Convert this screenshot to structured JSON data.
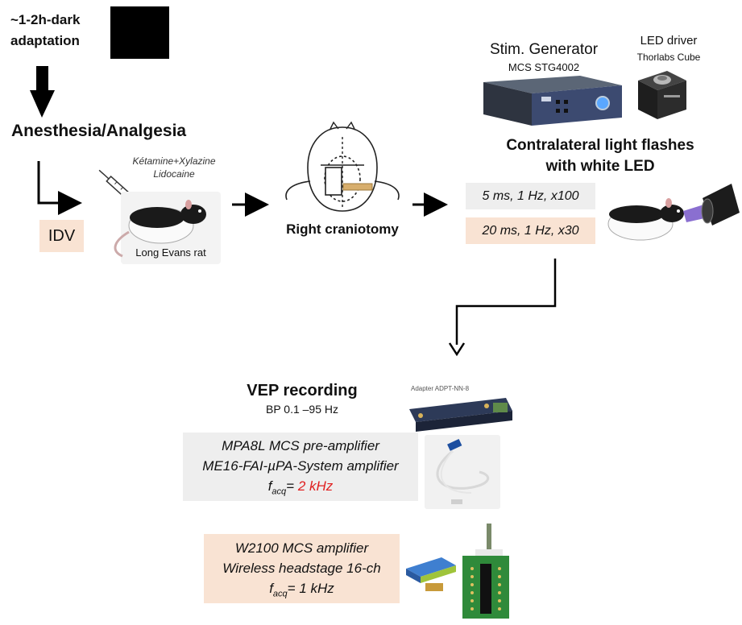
{
  "steps": {
    "dark_adaptation": {
      "line1": "~1-2h-dark",
      "line2": "adaptation"
    },
    "anesthesia": {
      "title": "Anesthesia/Analgesia",
      "drug1": "Kétamine+Xylazine",
      "drug2": "Lidocaine",
      "idv": "IDV",
      "rat_label": "Long Evans rat"
    },
    "craniotomy": {
      "label": "Right craniotomy"
    },
    "stim": {
      "generator_title": "Stim. Generator",
      "generator_model": "MCS STG4002",
      "led_title": "LED driver",
      "led_model": "Thorlabs Cube",
      "flash_line1": "Contralateral light flashes",
      "flash_line2": "with white LED",
      "protocol1": "5 ms, 1 Hz, x100",
      "protocol2": "20 ms, 1 Hz, x30"
    },
    "vep": {
      "title": "VEP recording",
      "band": "BP 0.1 –95 Hz",
      "adapter": "Adapter ADPT-NN-8",
      "wired": {
        "line1": "MPA8L MCS pre-amplifier",
        "line2": "ME16-FAI-µPA-System amplifier",
        "facq_sym": "f",
        "facq_sub": "acq",
        "facq_eq": "= ",
        "facq_val": "2 kHz"
      },
      "wireless": {
        "line1": "W2100 MCS amplifier",
        "line2": "Wireless headstage 16-ch",
        "facq_sym": "f",
        "facq_sub": "acq",
        "facq_eq": "= ",
        "facq_val": "1 kHz"
      }
    }
  },
  "colors": {
    "peach": "#f9e3d3",
    "gray": "#eeeeee",
    "highlight": "#e02020",
    "led_beam": "#8a6fd0"
  }
}
